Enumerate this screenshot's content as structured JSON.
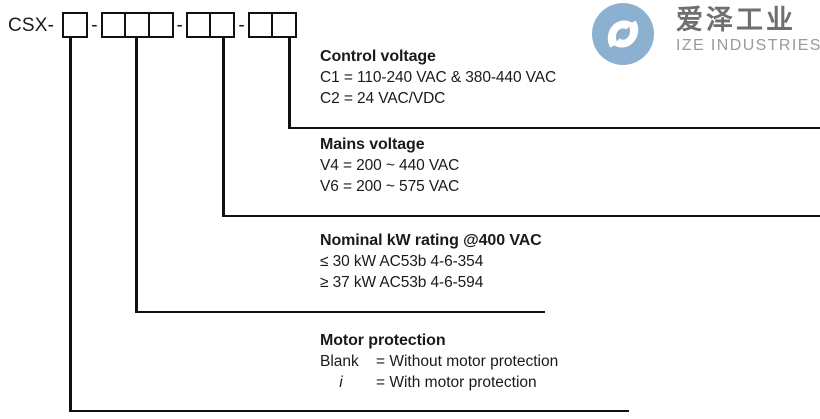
{
  "part_number": {
    "prefix": "CSX-",
    "separator": "-",
    "groups": [
      {
        "name": "motor-protection",
        "cells": 1
      },
      {
        "name": "nominal-kw-rating",
        "cells": 3
      },
      {
        "name": "mains-voltage",
        "cells": 2
      },
      {
        "name": "control-voltage",
        "cells": 2
      }
    ]
  },
  "blocks": {
    "control_voltage": {
      "title": "Control voltage",
      "line1": "C1 = 110-240 VAC & 380-440 VAC",
      "line2": "C2 = 24 VAC/VDC"
    },
    "mains_voltage": {
      "title": "Mains voltage",
      "line1": "V4 = 200 ~ 440 VAC",
      "line2": "V6 = 200 ~ 575 VAC"
    },
    "nominal_kw_rating": {
      "title": "Nominal kW rating @400 VAC",
      "line1": "≤ 30 kW AC53b 4-6-354",
      "line2": "≥ 37 kW AC53b 4-6-594"
    },
    "motor_protection": {
      "title": "Motor protection",
      "row1_key": "Blank",
      "row1_value": "= Without motor protection",
      "row2_key": "i",
      "row2_value": "= With motor protection"
    }
  },
  "logo": {
    "chinese_name": "爱泽工业",
    "english_name": "IZE INDUSTRIES",
    "mark_color": "#8cb0cf",
    "chinese_color": "#6f6f6f",
    "english_color": "#9a9a9a"
  },
  "colors": {
    "line": "#111111",
    "text": "#1a1a1a"
  }
}
